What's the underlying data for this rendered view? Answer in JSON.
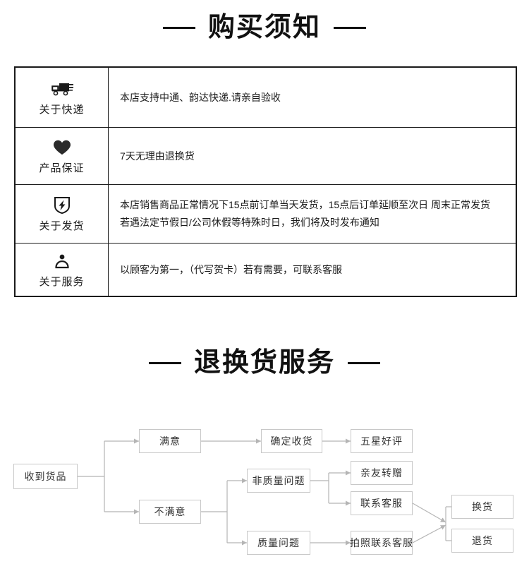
{
  "sections": {
    "buy_notice": {
      "title": "购买须知",
      "rows": [
        {
          "icon": "delivery-truck-icon",
          "label": "关于快递",
          "lines": [
            "本店支持中通、韵达快递.请亲自验收"
          ]
        },
        {
          "icon": "heart-icon",
          "label": "产品保证",
          "lines": [
            "7天无理由退换货"
          ]
        },
        {
          "icon": "shield-lightning-icon",
          "label": "关于发货",
          "lines": [
            "本店销售商品正常情况下15点前订单当天发货，15点后订单延顺至次日 周末正常发货",
            "若遇法定节假日/公司休假等特殊时日，我们将及时发布通知"
          ]
        },
        {
          "icon": "person-icon",
          "label": "关于服务",
          "lines": [
            "以顾客为第一，（代写贺卡）若有需要，可联系客服"
          ]
        }
      ]
    },
    "return_service": {
      "title": "退换货服务",
      "flow": {
        "nodes": {
          "received": "收到货品",
          "satisfied": "满意",
          "unsatisfied": "不满意",
          "confirm_receipt": "确定收货",
          "five_star": "五星好评",
          "non_quality_issue": "非质量问题",
          "quality_issue": "质量问题",
          "gift_to_friend": "亲友转赠",
          "contact_service": "联系客服",
          "photo_contact_service": "拍照联系客服",
          "exchange": "换货",
          "refund": "退货"
        }
      }
    }
  },
  "colors": {
    "table_border": "#1a1a1a",
    "text": "#1a1a1a",
    "flow_box_border": "#c8c8c8",
    "flow_line": "#b5b5b5",
    "background": "#ffffff"
  }
}
